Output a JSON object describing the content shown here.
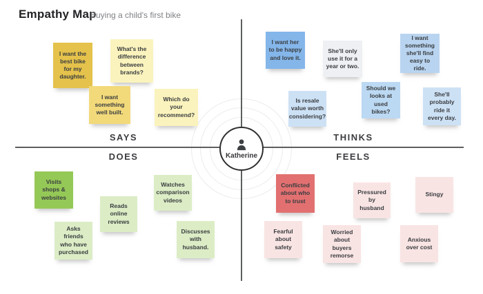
{
  "header": {
    "title": "Empathy Map",
    "subtitle": "Buying a child's first bike"
  },
  "center": {
    "persona_name": "Katherine",
    "icon": "person-icon"
  },
  "colors": {
    "axis": "#5c5e60",
    "ring": "#ebebeb",
    "note_text": "#3a3d40",
    "says_dark": "#e4c24b",
    "says_light": "#faf3bd",
    "says_medium": "#f2d97a",
    "thinks_dark": "#84b6ea",
    "thinks_gray": "#eef0f3",
    "thinks_light": "#c3dbf4",
    "does_dark": "#95c957",
    "does_light": "#dcedc6",
    "feels_dark": "#e27070",
    "feels_light": "#f9e4e4"
  },
  "quadrants": {
    "says": {
      "label": "SAYS",
      "notes": [
        {
          "text": "I want the best bike for my daughter.",
          "color": "#e4c24b"
        },
        {
          "text": "What's  the difference between brands?",
          "color": "#faf3bd"
        },
        {
          "text": "I want something well built.",
          "color": "#f2d97a"
        },
        {
          "text": "Which do your recommend?",
          "color": "#faf3bd"
        }
      ]
    },
    "thinks": {
      "label": "THINKS",
      "notes": [
        {
          "text": "I want her to be happy and love it.",
          "color": "#84b6ea"
        },
        {
          "text": "She'll only use it for a year or two.",
          "color": "#eef0f3"
        },
        {
          "text": "I want something she'll find easy to ride.",
          "color": "#b9d4f0"
        },
        {
          "text": "Is resale value worth considering?",
          "color": "#cde1f5"
        },
        {
          "text": "Should we looks at used bikes?",
          "color": "#bcd9f3"
        },
        {
          "text": "She'll probably ride it every day.",
          "color": "#cde1f5"
        }
      ]
    },
    "does": {
      "label": "DOES",
      "notes": [
        {
          "text": "Visits shops & websites",
          "color": "#95c957"
        },
        {
          "text": "Reads online reviews",
          "color": "#dcedc6"
        },
        {
          "text": "Watches comparison videos",
          "color": "#dcedc6"
        },
        {
          "text": "Asks friends who have purchased",
          "color": "#dcedc6"
        },
        {
          "text": "Discusses with husband.",
          "color": "#dcedc6"
        }
      ]
    },
    "feels": {
      "label": "FEELS",
      "notes": [
        {
          "text": "Conflicted about who to trust",
          "color": "#e27070"
        },
        {
          "text": "Pressured by husband",
          "color": "#f9e4e4"
        },
        {
          "text": "Stingy",
          "color": "#f9e4e4"
        },
        {
          "text": "Fearful about safety",
          "color": "#f9e4e4"
        },
        {
          "text": "Worried about buyers remorse",
          "color": "#f9e4e4"
        },
        {
          "text": "Anxious over cost",
          "color": "#f9e4e4"
        }
      ]
    }
  }
}
